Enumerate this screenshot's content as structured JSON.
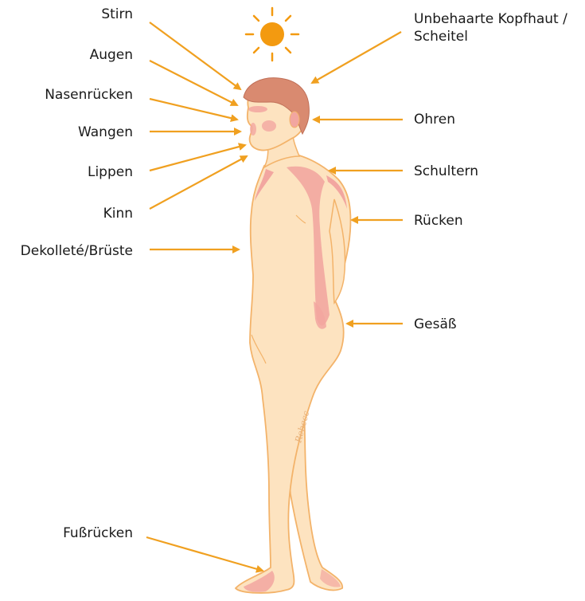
{
  "colors": {
    "arrow": "#f0a020",
    "sun": "#f39a10",
    "skin": "#fde3c0",
    "skin_outline": "#f3b36a",
    "sunburn": "#f2a6a0",
    "hair": "#d98a70"
  },
  "icons": {
    "sun": "sun-icon"
  },
  "labels": {
    "stirn": "Stirn",
    "augen": "Augen",
    "nasenruecken": "Nasenrücken",
    "wangen": "Wangen",
    "lippen": "Lippen",
    "kinn": "Kinn",
    "dekollete": "Dekolleté/Brüste",
    "fussruecken": "Fußrücken",
    "kopfhaut_line1": "Unbehaarte Kopfhaut /",
    "kopfhaut_line2": "Scheitel",
    "ohren": "Ohren",
    "schultern": "Schultern",
    "ruecken": "Rücken",
    "gesaess": "Gesäß"
  },
  "signature": "Rebecc"
}
